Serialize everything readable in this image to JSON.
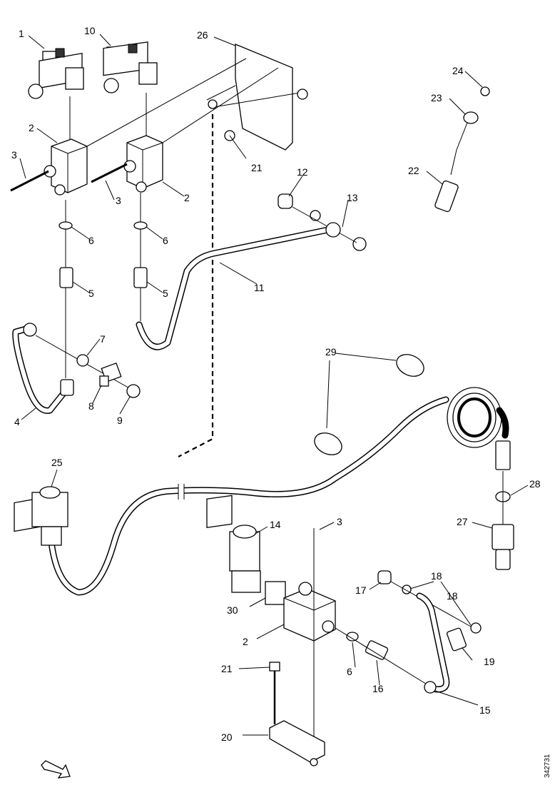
{
  "labels": {
    "l1": "1",
    "l10": "10",
    "l26": "26",
    "l24": "24",
    "l23": "23",
    "l22": "22",
    "l2a": "2",
    "l2b": "2",
    "l2c": "2",
    "l3a": "3",
    "l3b": "3",
    "l3c": "3",
    "l21a": "21",
    "l21b": "21",
    "l12": "12",
    "l13": "13",
    "l6a": "6",
    "l6b": "6",
    "l6c": "6",
    "l5a": "5",
    "l5b": "5",
    "l11": "11",
    "l7": "7",
    "l8": "8",
    "l9": "9",
    "l4": "4",
    "l29": "29",
    "l25": "25",
    "l28": "28",
    "l27": "27",
    "l14": "14",
    "l17": "17",
    "l18a": "18",
    "l18b": "18",
    "l19": "19",
    "l30": "30",
    "l16": "16",
    "l15": "15",
    "l20": "20"
  },
  "ref_code": "342731"
}
